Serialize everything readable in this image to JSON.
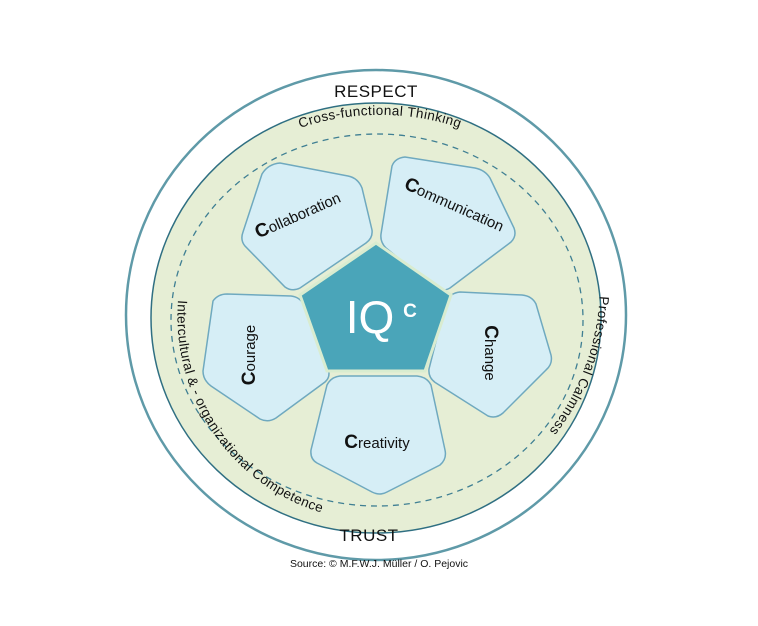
{
  "outer_ring": {
    "top": "RESPECT",
    "bottom": "TRUST"
  },
  "middle_ring": {
    "top_arc": "Cross-functional Thinking",
    "right_arc": "Professional Calmness",
    "left_arc": "Intercultural & - organizational Competence"
  },
  "center": {
    "main": "IQ",
    "superscript": "C"
  },
  "pentagons": [
    {
      "id": "collaboration",
      "initial": "C",
      "rest": "ollaboration"
    },
    {
      "id": "communication",
      "initial": "C",
      "rest": "ommunication"
    },
    {
      "id": "change",
      "initial": "C",
      "rest": "hange"
    },
    {
      "id": "creativity",
      "initial": "C",
      "rest": "reativity"
    },
    {
      "id": "courage",
      "initial": "C",
      "rest": "ourage"
    }
  ],
  "source": "Source: © M.F.W.J. Müller / O. Pejovic",
  "colors": {
    "outer_ring_fill": "#ffffff",
    "outer_ring_stroke": "#5f9aa8",
    "middle_ring_fill": "#e6eed5",
    "pentagon_fill": "#d6eef6",
    "pentagon_stroke": "#6fa9bf",
    "center_fill": "#4aa5b9",
    "dashed_line": "#3f7f93"
  }
}
